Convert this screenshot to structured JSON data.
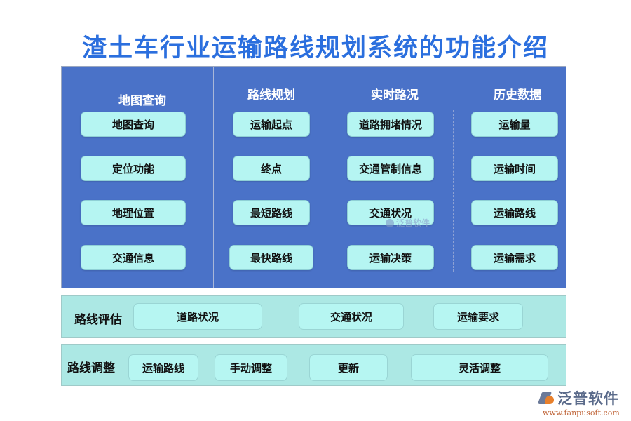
{
  "title": "渣土车行业运输路线规划系统的功能介绍",
  "colors": {
    "title": "#2b6fde",
    "main_panel": "#4a72c8",
    "pill": "#b5f5f2",
    "row_panel": "#ace8e4",
    "logo_accent": "#e8802c"
  },
  "columns": [
    {
      "heading": "地图查询",
      "items": [
        "地图查询",
        "定位功能",
        "地理位置",
        "交通信息"
      ]
    },
    {
      "heading": "路线规划",
      "items": [
        "运输起点",
        "终点",
        "最短路线",
        "最快路线"
      ]
    },
    {
      "heading": "实时路况",
      "items": [
        "道路拥堵情况",
        "交通管制信息",
        "交通状况",
        "运输决策"
      ]
    },
    {
      "heading": "历史数据",
      "items": [
        "运输量",
        "运输时间",
        "运输路线",
        "运输需求"
      ]
    }
  ],
  "rows": [
    {
      "label": "路线评估",
      "items": [
        "道路状况",
        "交通状况",
        "运输要求"
      ]
    },
    {
      "label": "路线调整",
      "items": [
        "运输路线",
        "手动调整",
        "更新",
        "灵活调整"
      ]
    }
  ],
  "watermark": {
    "text": "泛普软件"
  },
  "logo": {
    "name": "泛普软件",
    "url": "www.fanpusoft.com"
  }
}
